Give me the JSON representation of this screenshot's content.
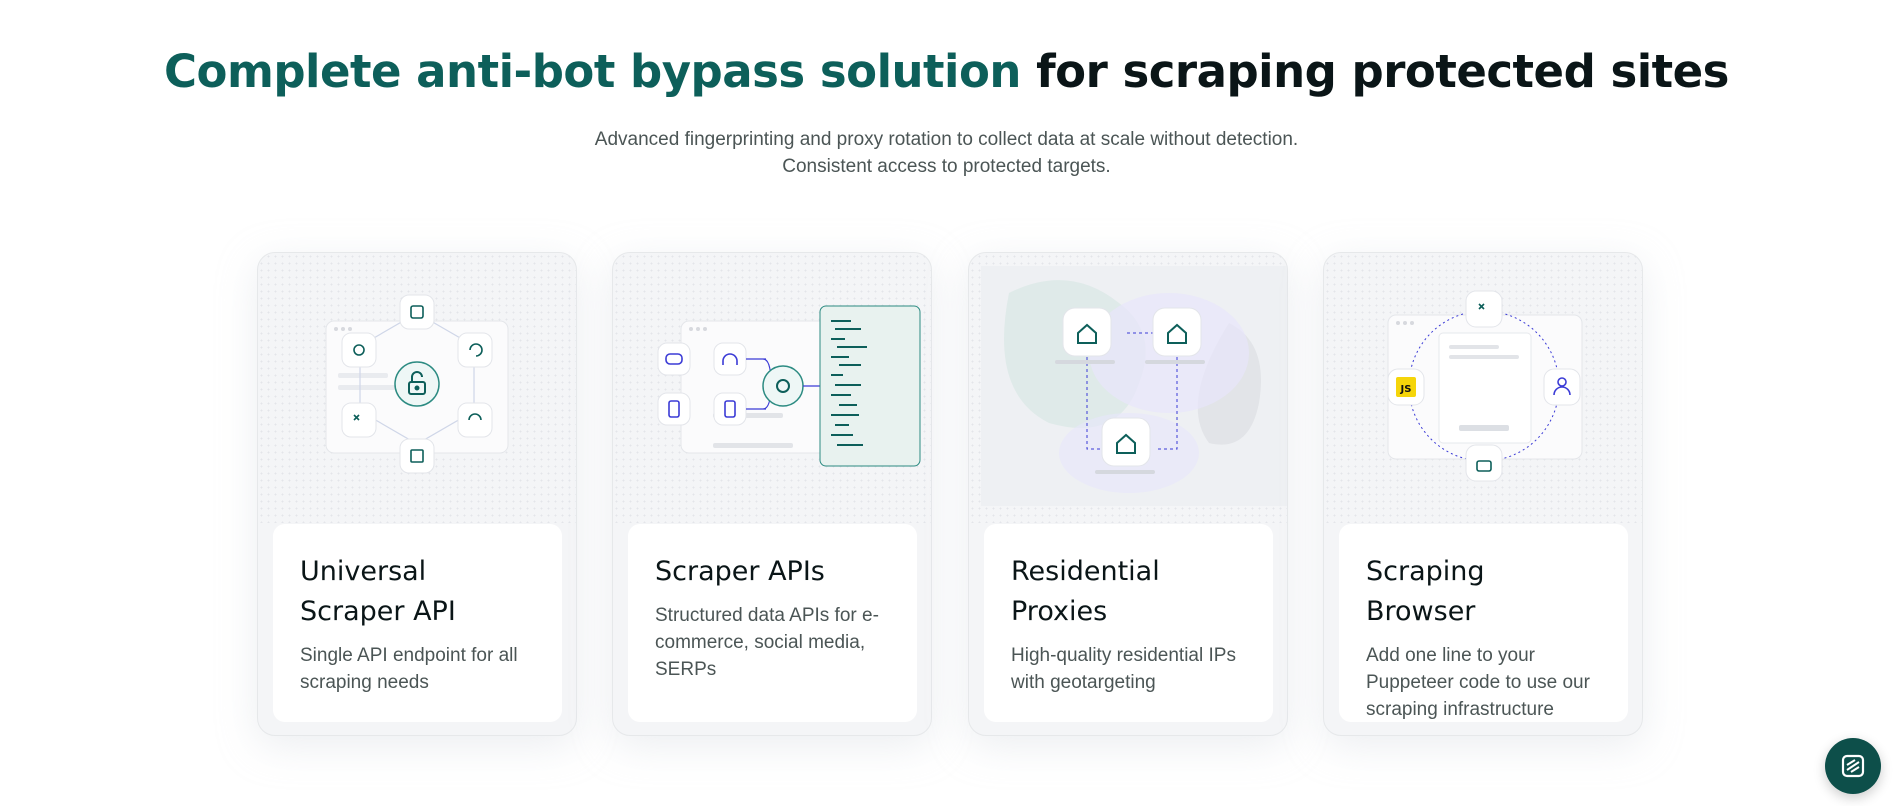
{
  "hero": {
    "title_accent": "Complete anti-bot bypass solution",
    "title_rest": " for scraping protected sites",
    "subtitle_line1": "Advanced fingerprinting and proxy rotation to collect data at scale without detection.",
    "subtitle_line2": "Consistent access to protected targets."
  },
  "cards": [
    {
      "title": "Universal Scraper API",
      "description": "Single API endpoint for all scraping needs",
      "illustration": "unlock-hub-icons"
    },
    {
      "title": "Scraper APIs",
      "description": "Structured data APIs for e-commerce, social media, SERPs",
      "illustration": "api-to-code-panel"
    },
    {
      "title": "Residential Proxies",
      "description": "High-quality residential IPs with geotargeting",
      "illustration": "house-network-map"
    },
    {
      "title": "Scraping Browser",
      "description": "Add one line to your Puppeteer code to use our scraping infrastructure",
      "illustration": "browser-orbit-icons",
      "badge": "JS"
    }
  ],
  "chat": {
    "icon": "chat-logo-icon"
  },
  "colors": {
    "accent": "#0d5f5a",
    "text": "#0a1517",
    "muted": "#4b5555",
    "card_bg": "#f4f5f7",
    "icon_blue": "#3b3bd6"
  }
}
